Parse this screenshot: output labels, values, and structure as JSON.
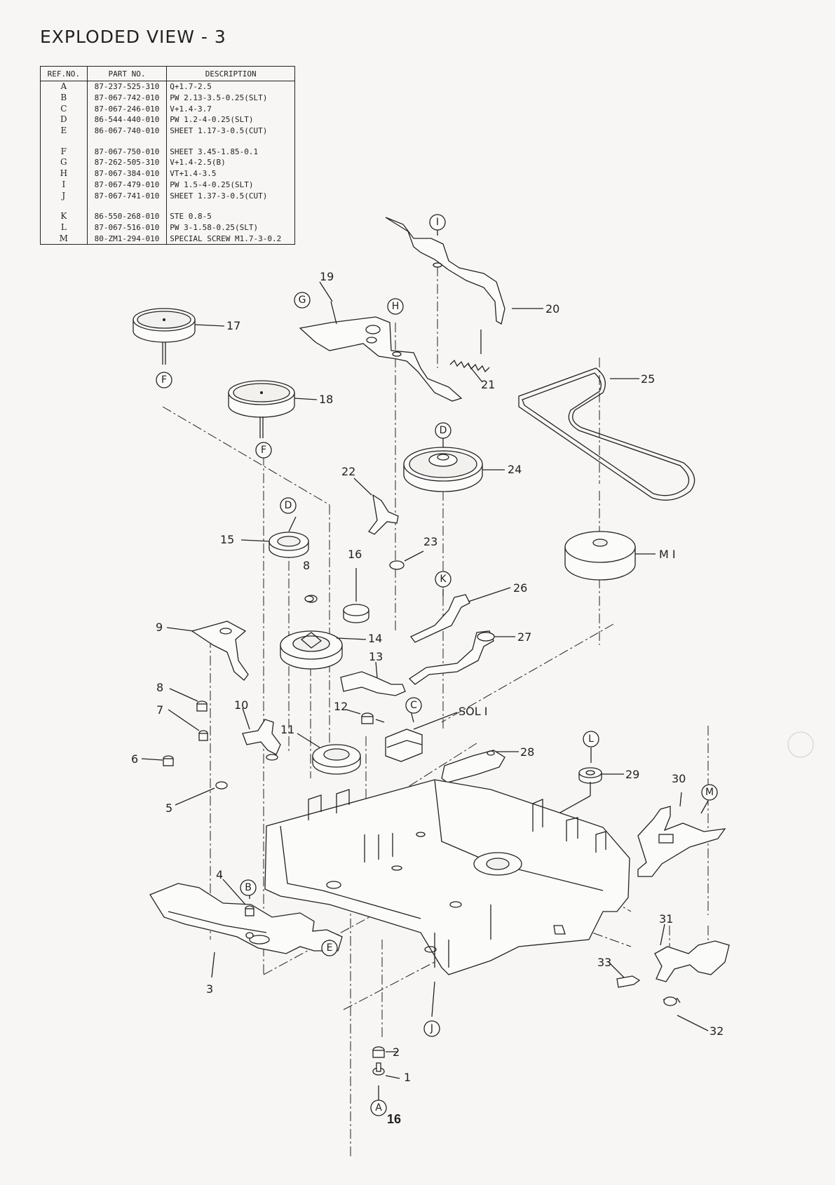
{
  "title": "EXPLODED  VIEW - 3",
  "table": {
    "headers": [
      "REF.NO.",
      "PART NO.",
      "DESCRIPTION"
    ],
    "rows": [
      [
        "A",
        "87-237-525-310",
        "Q+1.7-2.5"
      ],
      [
        "B",
        "87-067-742-010",
        "PW 2.13-3.5-0.25(SLT)"
      ],
      [
        "C",
        "87-067-246-010",
        "V+1.4-3.7"
      ],
      [
        "D",
        "86-544-440-010",
        "PW 1.2-4-0.25(SLT)"
      ],
      [
        "E",
        "86-067-740-010",
        "SHEET 1.17-3-0.5(CUT)"
      ],
      [
        "F",
        "87-067-750-010",
        "SHEET 3.45-1.85-0.1"
      ],
      [
        "G",
        "87-262-505-310",
        "V+1.4-2.5(B)"
      ],
      [
        "H",
        "87-067-384-010",
        "VT+1.4-3.5"
      ],
      [
        "I",
        "87-067-479-010",
        "PW 1.5-4-0.25(SLT)"
      ],
      [
        "J",
        "87-067-741-010",
        "SHEET 1.37-3-0.5(CUT)"
      ],
      [
        "K",
        "86-550-268-010",
        "STE 0.8-5"
      ],
      [
        "L",
        "87-067-516-010",
        "PW 3-1.58-0.25(SLT)"
      ],
      [
        "M",
        "80-ZM1-294-010",
        "SPECIAL SCREW M1.7-3-0.2"
      ]
    ]
  },
  "callouts": {
    "n1": "1",
    "n2": "2",
    "n3": "3",
    "n4": "4",
    "n5": "5",
    "n6": "6",
    "n7": "7",
    "n8a": "8",
    "n8b": "8",
    "n9": "9",
    "n10": "10",
    "n11": "11",
    "n12": "12",
    "n13": "13",
    "n14": "14",
    "n15": "15",
    "n16": "16",
    "n17": "17",
    "n18": "18",
    "n19": "19",
    "n20": "20",
    "n21": "21",
    "n22": "22",
    "n23": "23",
    "n24": "24",
    "n25": "25",
    "n26": "26",
    "n27": "27",
    "n28": "28",
    "n29": "29",
    "n30": "30",
    "n31": "31",
    "n32": "32",
    "n33": "33",
    "m1": "M I",
    "sol1": "SOL I"
  },
  "letters": {
    "A": "A",
    "B": "B",
    "C": "C",
    "D1": "D",
    "D2": "D",
    "E": "E",
    "F1": "F",
    "F2": "F",
    "G": "G",
    "H": "H",
    "I": "I",
    "J": "J",
    "K": "K",
    "L": "L",
    "M": "M"
  },
  "page_number": "16"
}
